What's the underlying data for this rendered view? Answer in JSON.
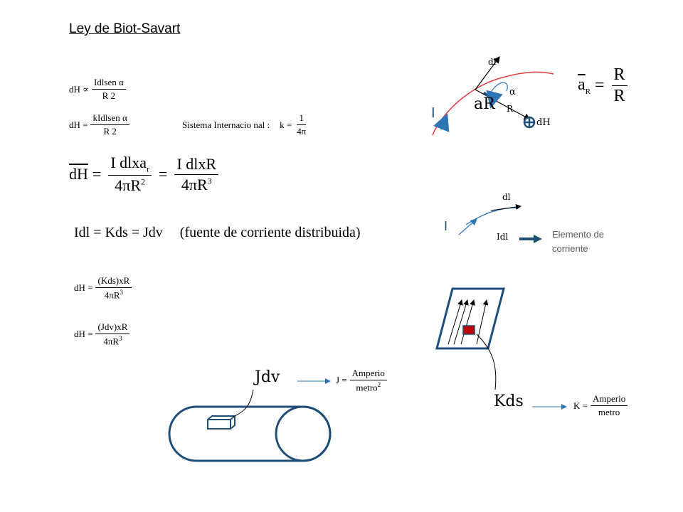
{
  "title": "Ley de Biot-Savart",
  "eq1": {
    "lhs": "dH ∝",
    "num": "Idlsen α",
    "den": "R 2"
  },
  "eq2": {
    "lhs": "dH =",
    "num": "kIdlsen α",
    "den": "R 2",
    "si_label": "Sistema  Internacio nal :",
    "k_lhs": "k =",
    "k_num": "1",
    "k_den": "4π"
  },
  "eq3": {
    "lhs": "dH",
    "eq": "=",
    "num1": "I dlxa",
    "sub1": "r",
    "den1": "4πR",
    "exp1": "2",
    "eq2": "=",
    "num2": "I dlxR",
    "den2": "4πR",
    "exp2": "3"
  },
  "eq4": {
    "text_a": "Idl = Kds = Jdv",
    "text_b": "(fuente de corriente distribuida)"
  },
  "eq5": {
    "lhs": "dH =",
    "num": "(Kds)xR",
    "den": "4πR",
    "exp": "3"
  },
  "eq6": {
    "lhs": "dH =",
    "num": "(Jdv)xR",
    "den": "4πR",
    "exp": "3"
  },
  "diagram1": {
    "dl": "dl",
    "alpha": "α",
    "aR": "aR",
    "R": "R",
    "I": "I",
    "dH": "dH"
  },
  "aR_def": {
    "lhs": "a",
    "sub": "R",
    "eq": "=",
    "num": "R",
    "den": "R"
  },
  "diagram2": {
    "dl": "dl",
    "I": "I",
    "Idl": "Idl",
    "elemento": "Elemento de corriente"
  },
  "kds_label": "Kds",
  "k_unit": {
    "lhs": "K =",
    "num": "Amperio",
    "den": "metro"
  },
  "jdv_label": "Jdv",
  "j_unit": {
    "lhs": "J =",
    "num": "Amperio",
    "den": "metro",
    "exp": "2"
  },
  "colors": {
    "blue": "#2e75b6",
    "dark_blue": "#1f4e79",
    "red": "#c00000",
    "wire_red": "#e04040"
  }
}
